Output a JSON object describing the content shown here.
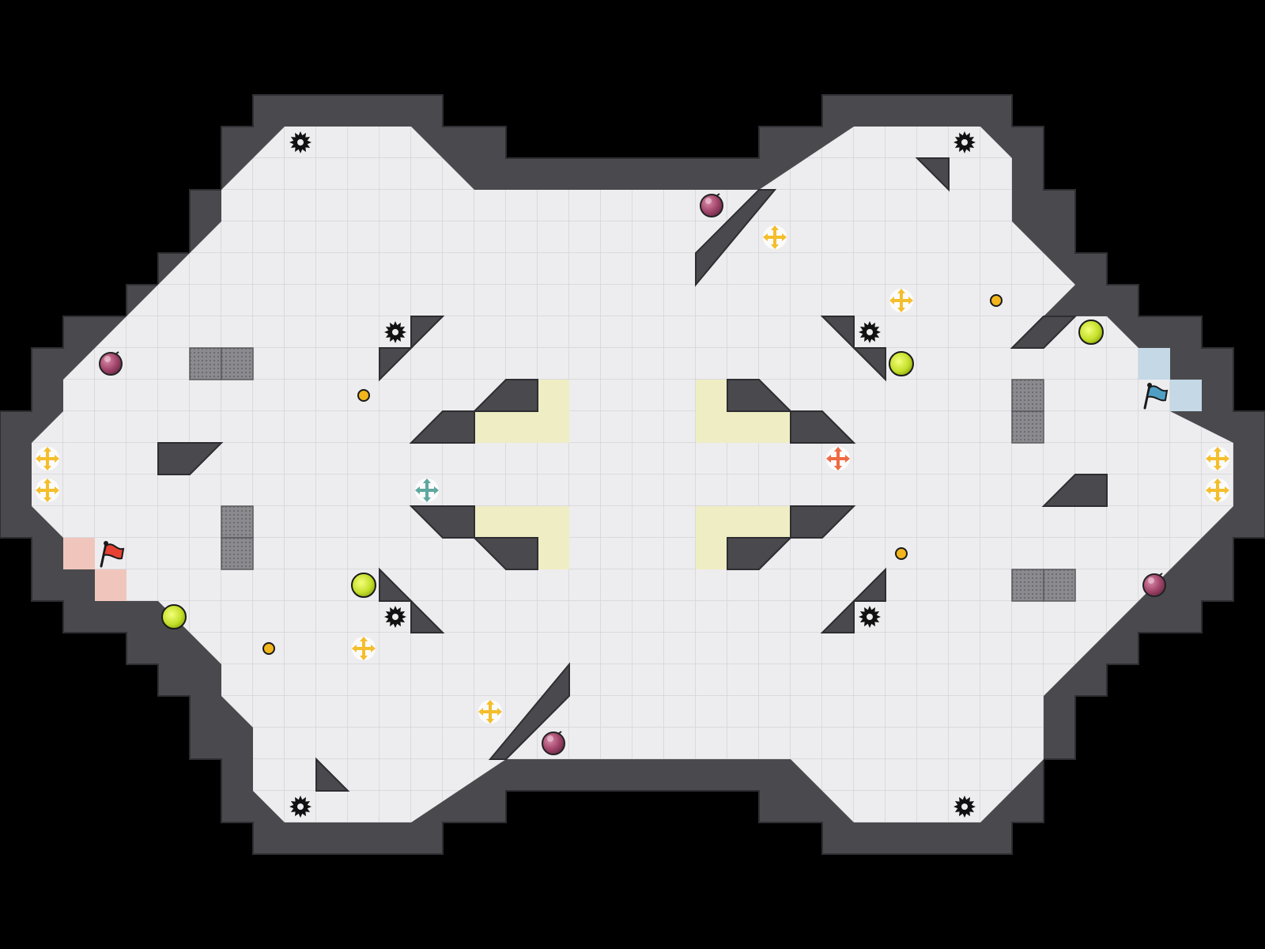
{
  "colors": {
    "background": "#000000",
    "wall": "#4a4a4e",
    "wall_edge": "#2e2e32",
    "floor": "#ededef",
    "grid_line": "#d4d4d8",
    "yellow_zone": "#efedc4",
    "red_base": "#f0c6bc",
    "blue_base": "#c4d8e6",
    "crate": "#7c7c80",
    "orb": "#c8e33a",
    "coin": "#f2b51c",
    "bomb": "#b0466a",
    "powerup_yellow": "#f4be2c",
    "powerup_teal": "#5fa8a0",
    "powerup_orange": "#ef6a42",
    "red_flag": "#e54234",
    "blue_flag": "#4f9fc4"
  },
  "entities": {
    "spikes": [
      [
        9,
        4
      ],
      [
        30,
        4
      ],
      [
        12,
        10
      ],
      [
        27,
        10
      ],
      [
        12,
        19
      ],
      [
        27,
        19
      ],
      [
        9,
        25
      ],
      [
        30,
        25
      ]
    ],
    "bombs": [
      [
        22,
        6
      ],
      [
        3,
        11
      ],
      [
        36,
        18
      ],
      [
        17,
        23
      ]
    ],
    "orbs": [
      [
        34,
        10
      ],
      [
        28,
        11
      ],
      [
        11,
        18
      ],
      [
        5,
        19
      ]
    ],
    "coins": [
      [
        31,
        9
      ],
      [
        11,
        12
      ],
      [
        28,
        17
      ],
      [
        8,
        20
      ]
    ],
    "powerups_yellow": [
      [
        24,
        7
      ],
      [
        28,
        9
      ],
      [
        1,
        14
      ],
      [
        38,
        14
      ],
      [
        1,
        15
      ],
      [
        38,
        15
      ],
      [
        11,
        20
      ],
      [
        15,
        22
      ]
    ],
    "powerups_teal": [
      [
        13,
        15
      ]
    ],
    "powerups_orange": [
      [
        26,
        14
      ]
    ],
    "crates": [
      [
        6,
        11
      ],
      [
        7,
        11
      ],
      [
        32,
        12
      ],
      [
        32,
        13
      ],
      [
        7,
        16
      ],
      [
        7,
        17
      ],
      [
        32,
        18
      ],
      [
        33,
        18
      ]
    ],
    "flags": [
      {
        "team": "red",
        "cell": [
          3,
          17
        ]
      },
      {
        "team": "blue",
        "cell": [
          36,
          12
        ]
      }
    ]
  }
}
